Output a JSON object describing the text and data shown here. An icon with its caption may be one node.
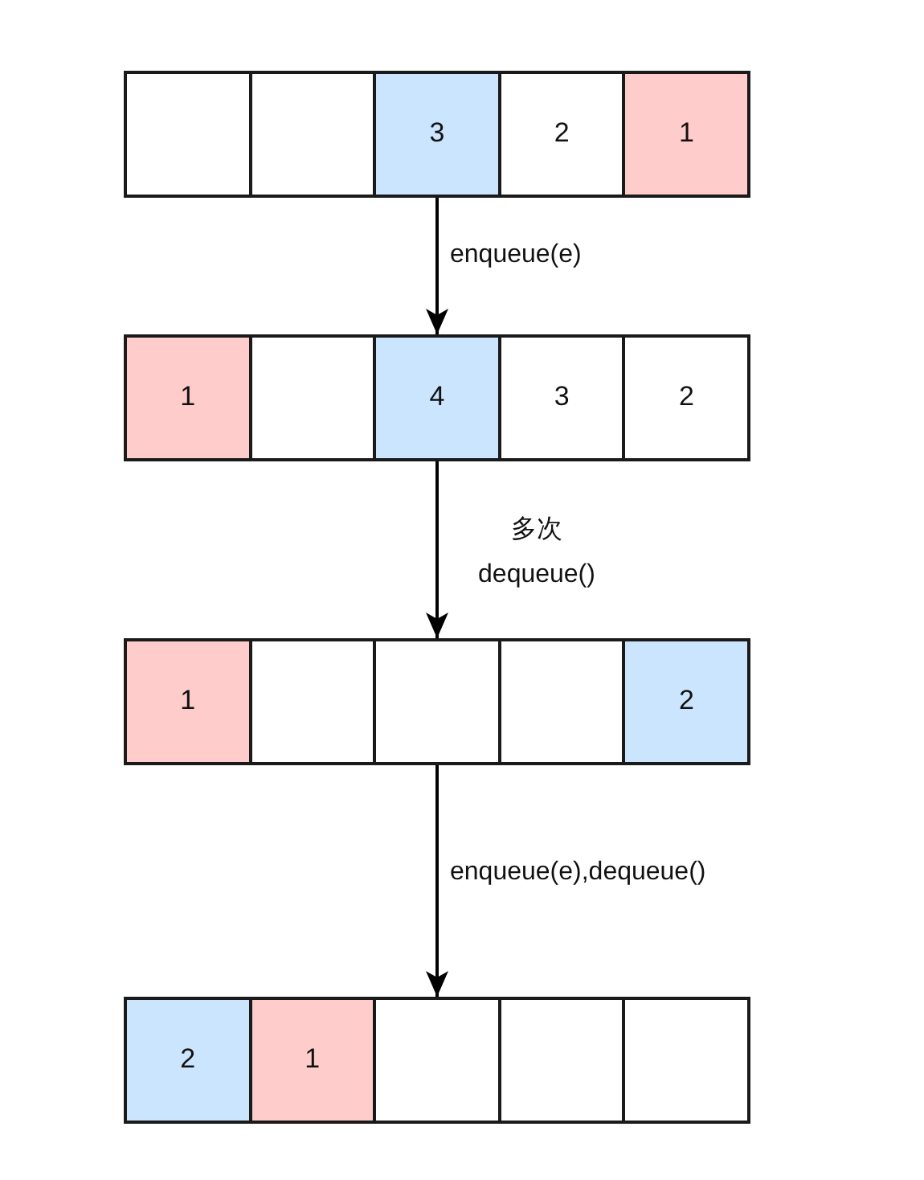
{
  "diagram": {
    "nodes": [
      {
        "text": [],
        "shape": "box"
      },
      {
        "text": [],
        "shape": "box"
      },
      {
        "text": [
          "3"
        ]
      },
      {
        "text": [
          "2"
        ]
      },
      {
        "text": [
          "1"
        ]
      },
      {
        "text": [
          "1"
        ]
      },
      {
        "text": [],
        "shape": "box"
      },
      {
        "text": [
          "4"
        ]
      },
      {
        "text": [
          "3"
        ]
      },
      {
        "text": [
          "2"
        ]
      },
      {
        "text": [
          "1"
        ]
      },
      {
        "text": [],
        "shape": "box"
      },
      {
        "text": [],
        "shape": "box"
      },
      {
        "text": [],
        "shape": "box"
      },
      {
        "text": [
          "2"
        ]
      },
      {
        "text": [
          "2"
        ]
      },
      {
        "text": [
          "1"
        ]
      },
      {
        "text": [],
        "shape": "box"
      },
      {
        "text": [],
        "shape": "box"
      },
      {
        "text": [],
        "shape": "box"
      }
    ],
    "edges": [
      {
        "from": 2,
        "to": 7,
        "arrow": "to",
        "label": "enqueue(e)"
      },
      {
        "from": 7,
        "to": 12,
        "arrow": "to",
        "label": "多次 dequeue()"
      },
      {
        "from": 12,
        "to": 17,
        "arrow": "to",
        "label": "enqueue(e),dequeue()"
      }
    ]
  }
}
